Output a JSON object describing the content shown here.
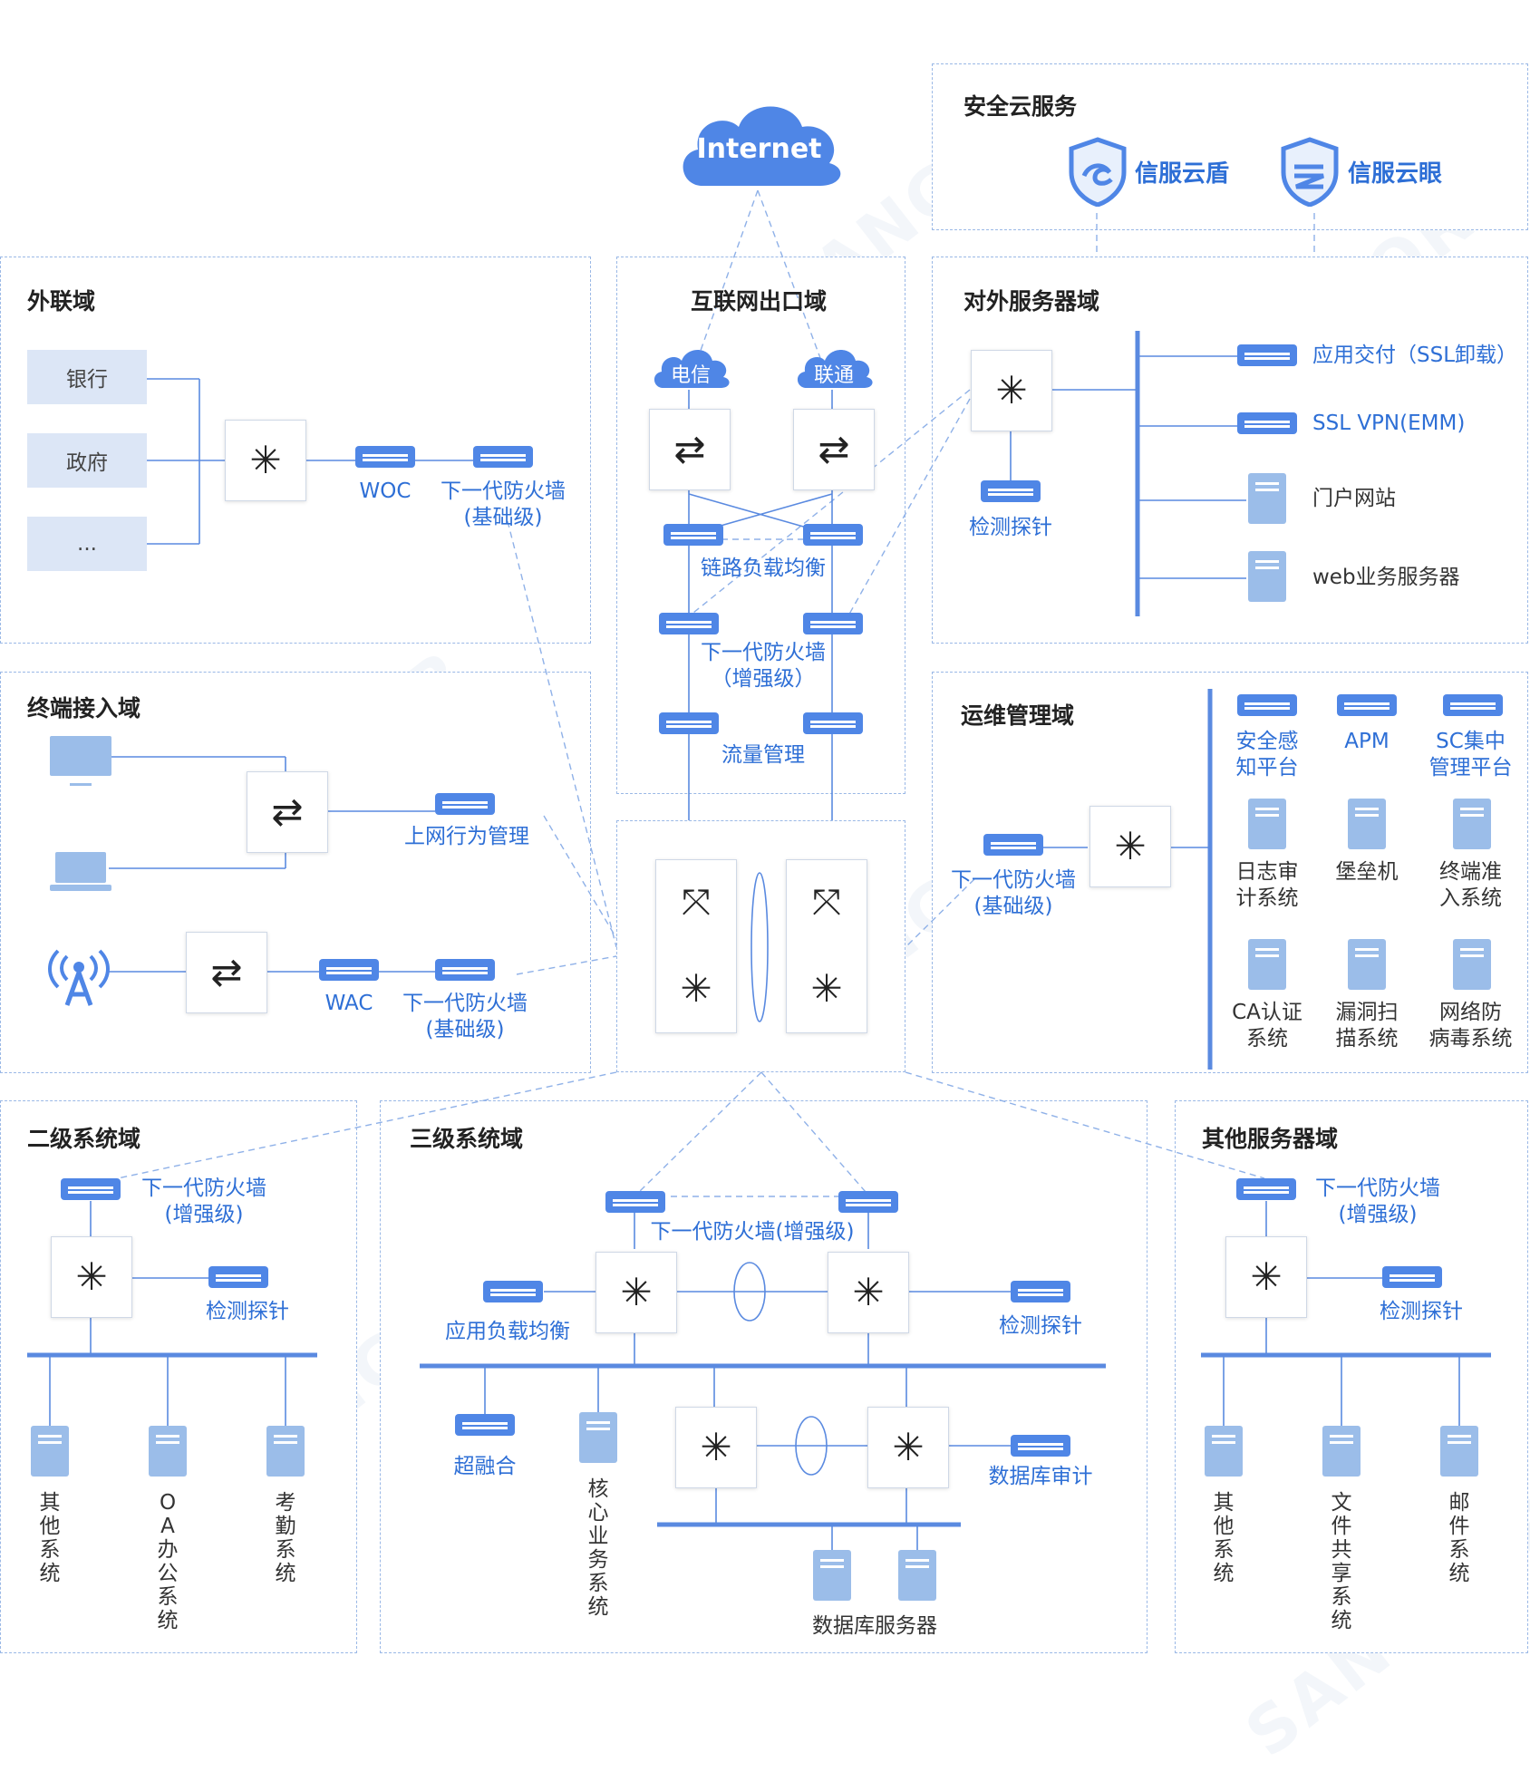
{
  "zones": {
    "security_cloud": {
      "title": "安全云服务",
      "shield1": "信服云盾",
      "shield2": "信服云眼"
    },
    "external_link": {
      "title": "外联域",
      "items": [
        "银行",
        "政府",
        "..."
      ],
      "woc": "WOC",
      "fw1": "下一代防火墙",
      "fw2": "(基础级)"
    },
    "internet_exit": {
      "title": "互联网出口域",
      "isp1": "电信",
      "isp2": "联通",
      "lb": "链路负载均衡",
      "fw1": "下一代防火墙",
      "fw2": "（增强级）",
      "flow": "流量管理"
    },
    "external_servers": {
      "title": "对外服务器域",
      "probe": "检测探针",
      "items": [
        "应用交付（SSL卸载）",
        "SSL VPN(EMM)",
        "门户网站",
        "web业务服务器"
      ]
    },
    "terminal_access": {
      "title": "终端接入域",
      "behavior": "上网行为管理",
      "wac": "WAC",
      "fw1": "下一代防火墙",
      "fw2": "(基础级)"
    },
    "ops_mgmt": {
      "title": "运维管理域",
      "fw1": "下一代防火墙",
      "fw2": "(基础级)",
      "row1": [
        [
          "安全感",
          "知平台"
        ],
        [
          "APM",
          ""
        ],
        [
          "SC集中",
          "管理平台"
        ]
      ],
      "row2": [
        [
          "日志审",
          "计系统"
        ],
        [
          "堡垒机",
          ""
        ],
        [
          "终端准",
          "入系统"
        ]
      ],
      "row3": [
        [
          "CA认证",
          "系统"
        ],
        [
          "漏洞扫",
          "描系统"
        ],
        [
          "网络防",
          "病毒系统"
        ]
      ]
    },
    "level2": {
      "title": "二级系统域",
      "fw1": "下一代防火墙",
      "fw2": "(增强级)",
      "probe": "检测探针",
      "systems": [
        "其他系统",
        "OA办公系统",
        "考勤系统"
      ]
    },
    "level3": {
      "title": "三级系统域",
      "fw": "下一代防火墙(增强级)",
      "alb": "应用负载均衡",
      "probe": "检测探针",
      "hci": "超融合",
      "core": "核心业务系统",
      "dbaudit": "数据库审计",
      "dbserver": "数据库服务器"
    },
    "other_servers": {
      "title": "其他服务器域",
      "fw1": "下一代防火墙",
      "fw2": "(增强级)",
      "probe": "检测探针",
      "systems": [
        "其他系统",
        "文件共享系统",
        "邮件系统"
      ]
    }
  },
  "internet": {
    "label": "Internet"
  },
  "watermark": "SANGFOR",
  "colors": {
    "accent": "#2e6fd6",
    "device": "#4f86e6",
    "server": "#9bbde9",
    "line": "#5a8ae0",
    "dashed": "#8fb1e8"
  },
  "icons": {
    "switch": "star-switch-icon",
    "router": "exchange-arrows-icon",
    "core": "cross-switch-icon",
    "server": "server-icon",
    "device": "appliance-icon",
    "cloud": "cloud-icon",
    "shield": "shield-icon",
    "pc": "monitor-icon",
    "laptop": "laptop-icon",
    "ap": "wireless-ap-icon"
  }
}
